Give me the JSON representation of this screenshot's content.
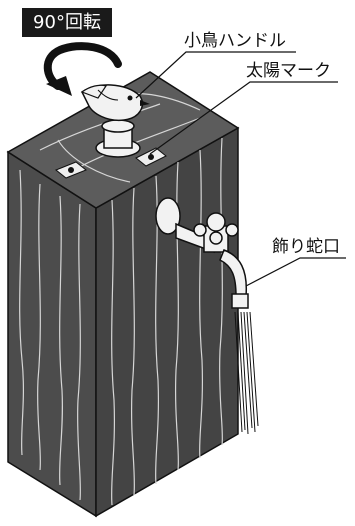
{
  "badge": {
    "text": "90°回転"
  },
  "labels": {
    "bird_handle": "小鳥ハンドル",
    "sun_mark": "太陽マーク",
    "faucet": "飾り蛇口"
  },
  "colors": {
    "wood_dark": "#4a4a4a",
    "wood_top": "#5a5a5a",
    "grain": "#d8d8d8",
    "outline": "#111111",
    "metal": "#f2f2f2",
    "badge_bg": "#1a1a1a"
  },
  "icons": [
    "rotation-arrow-icon",
    "bird-icon",
    "sun-mark-icon",
    "faucet-icon",
    "water-stream-icon"
  ]
}
